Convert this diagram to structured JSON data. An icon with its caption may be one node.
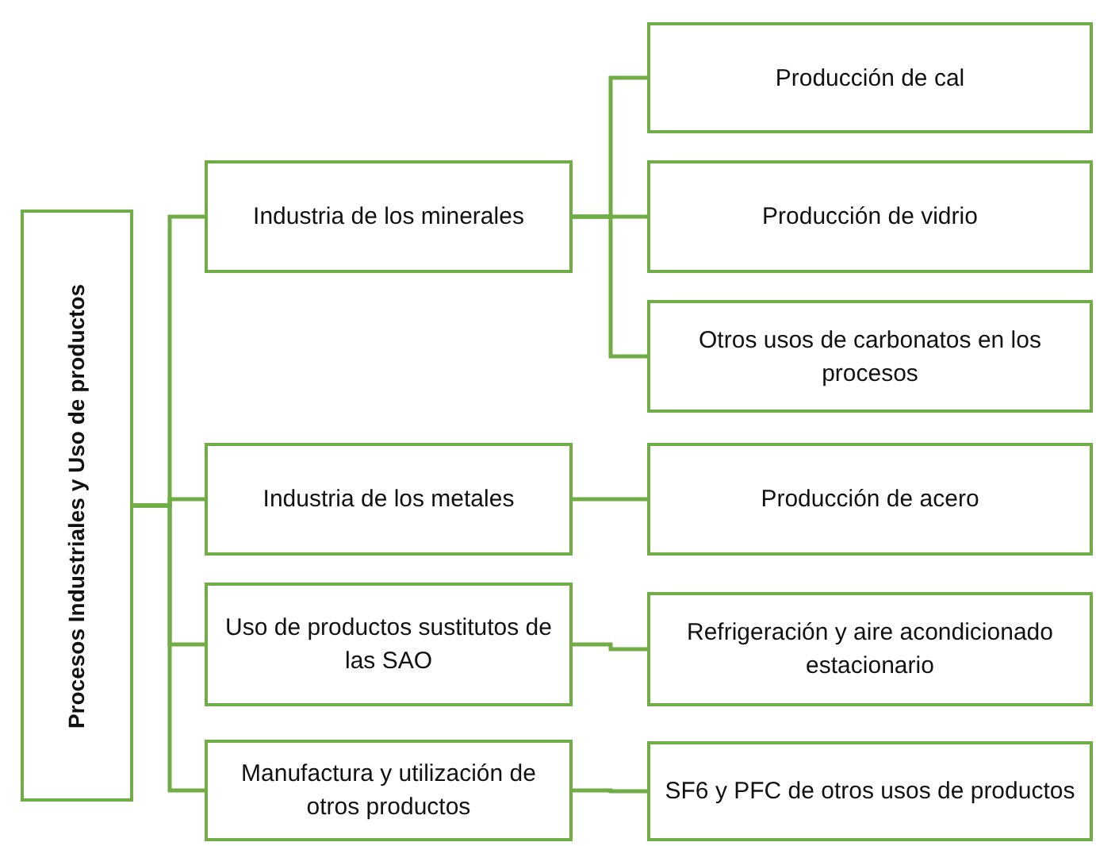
{
  "diagram": {
    "nodes": [
      {
        "text": [
          "Procesos Industriales y Uso de productos"
        ]
      },
      {
        "text": [
          "Industria de los minerales"
        ]
      },
      {
        "text": [
          "Producción de cal"
        ]
      },
      {
        "text": [
          "Producción de vidrio"
        ]
      },
      {
        "text": [
          "Otros usos de carbonatos en los procesos"
        ]
      },
      {
        "text": [
          "Industria de los metales"
        ]
      },
      {
        "text": [
          "Producción de acero"
        ]
      },
      {
        "text": [
          "Uso de productos sustitutos de las SAO"
        ]
      },
      {
        "text": [
          "Refrigeración y aire acondicionado estacionario"
        ]
      },
      {
        "text": [
          "Manufactura y utilización de otros productos"
        ]
      },
      {
        "text": [
          "SF6 y PFC de otros usos de productos"
        ]
      }
    ],
    "edges": [
      {
        "from": 0,
        "to": 1,
        "arrow": "none"
      },
      {
        "from": 0,
        "to": 5,
        "arrow": "none"
      },
      {
        "from": 0,
        "to": 7,
        "arrow": "none"
      },
      {
        "from": 0,
        "to": 9,
        "arrow": "none"
      },
      {
        "from": 1,
        "to": 2,
        "arrow": "none"
      },
      {
        "from": 1,
        "to": 3,
        "arrow": "none"
      },
      {
        "from": 1,
        "to": 4,
        "arrow": "none"
      },
      {
        "from": 5,
        "to": 6,
        "arrow": "none"
      },
      {
        "from": 7,
        "to": 8,
        "arrow": "none"
      },
      {
        "from": 9,
        "to": 10,
        "arrow": "none"
      }
    ]
  }
}
